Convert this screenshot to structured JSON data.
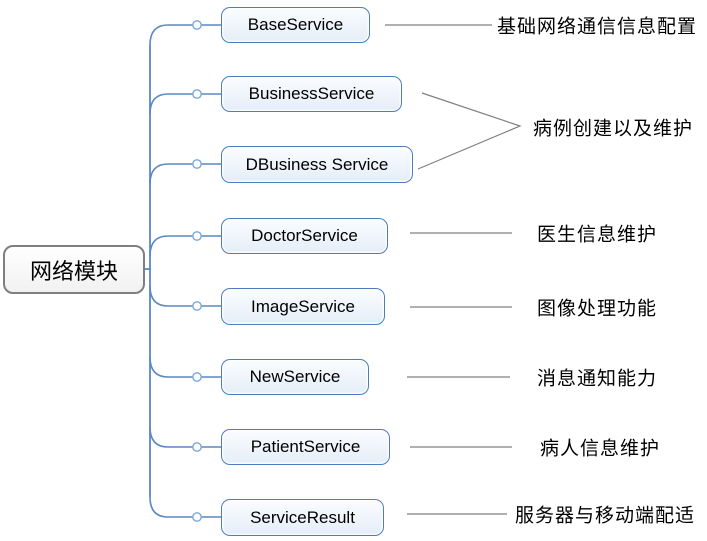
{
  "diagram": {
    "root": {
      "label": "网络模块"
    },
    "nodes": [
      {
        "id": "base-service",
        "label": "BaseService"
      },
      {
        "id": "business-service",
        "label": "BusinessService"
      },
      {
        "id": "dbusiness-service",
        "label": "DBusiness Service"
      },
      {
        "id": "doctor-service",
        "label": "DoctorService"
      },
      {
        "id": "image-service",
        "label": "ImageService"
      },
      {
        "id": "new-service",
        "label": "NewService"
      },
      {
        "id": "patient-service",
        "label": "PatientService"
      },
      {
        "id": "service-result",
        "label": "ServiceResult"
      }
    ],
    "annotations": [
      {
        "text": "基础网络通信信息配置",
        "for": "BaseService"
      },
      {
        "text": "病例创建以及维护",
        "for": "BusinessService / DBusiness Service"
      },
      {
        "text": "医生信息维护",
        "for": "DoctorService"
      },
      {
        "text": "图像处理功能",
        "for": "ImageService"
      },
      {
        "text": "消息通知能力",
        "for": "NewService"
      },
      {
        "text": "病人信息维护",
        "for": "PatientService"
      },
      {
        "text": "服务器与移动端配适",
        "for": "ServiceResult"
      }
    ],
    "colors": {
      "node_border": "#4e7dbf",
      "node_fill_top": "#fbfdff",
      "node_fill_bottom": "#e4edf7",
      "branch_line": "#5b87c5",
      "dot_border": "#7da7d9",
      "root_border": "#7f7f7f",
      "annotation_line": "#808080",
      "text": "#000000"
    }
  }
}
